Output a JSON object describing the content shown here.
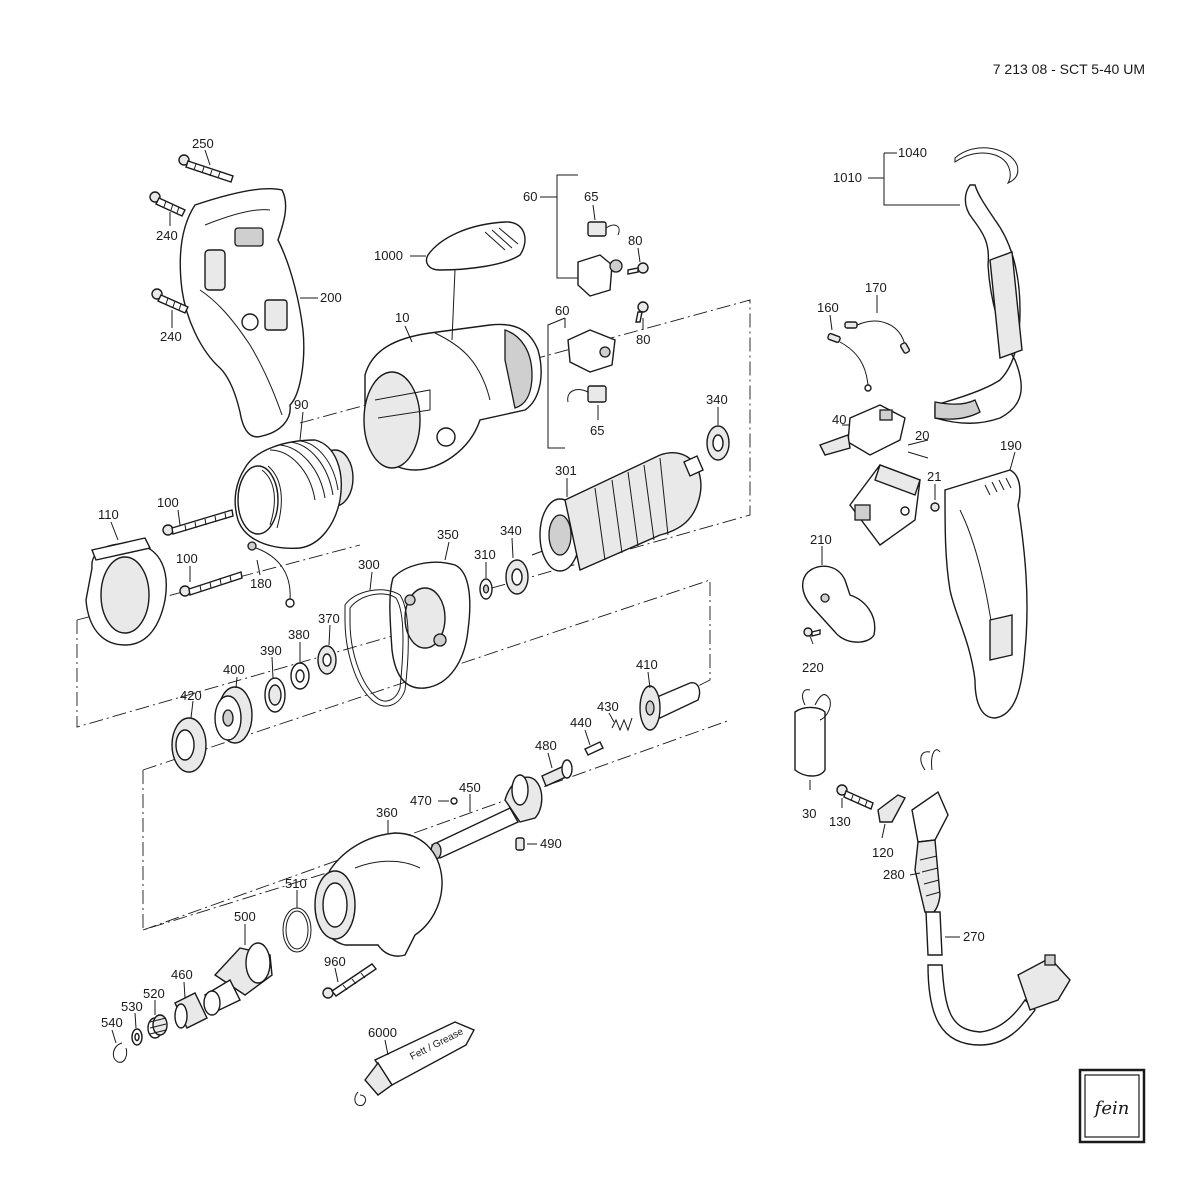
{
  "drawing": {
    "title": "7 213 08 - SCT 5-40 UM",
    "logo_text": "fein",
    "grease_tube_text": "Fett / Grease"
  },
  "part_labels": {
    "p250": "250",
    "p240a": "240",
    "p240b": "240",
    "p200": "200",
    "p1000": "1000",
    "p60a": "60",
    "p65a": "65",
    "p80a": "80",
    "p60b": "60",
    "p80b": "80",
    "p65b": "65",
    "p10": "10",
    "p90": "90",
    "p100a": "100",
    "p100b": "100",
    "p110": "110",
    "p180": "180",
    "p350": "350",
    "p301": "301",
    "p340a": "340",
    "p340b": "340",
    "p310": "310",
    "p300": "300",
    "p370": "370",
    "p380": "380",
    "p390": "390",
    "p400": "400",
    "p420": "420",
    "p410": "410",
    "p430": "430",
    "p440": "440",
    "p480": "480",
    "p450": "450",
    "p470": "470",
    "p490": "490",
    "p360": "360",
    "p510": "510",
    "p500": "500",
    "p960": "960",
    "p460": "460",
    "p520": "520",
    "p530": "530",
    "p540": "540",
    "p6000": "6000",
    "p1040": "1040",
    "p1010": "1010",
    "p170": "170",
    "p160": "160",
    "p40": "40",
    "p20": "20",
    "p21": "21",
    "p190": "190",
    "p210": "210",
    "p220": "220",
    "p30": "30",
    "p130": "130",
    "p120": "120",
    "p280": "280",
    "p270": "270"
  }
}
